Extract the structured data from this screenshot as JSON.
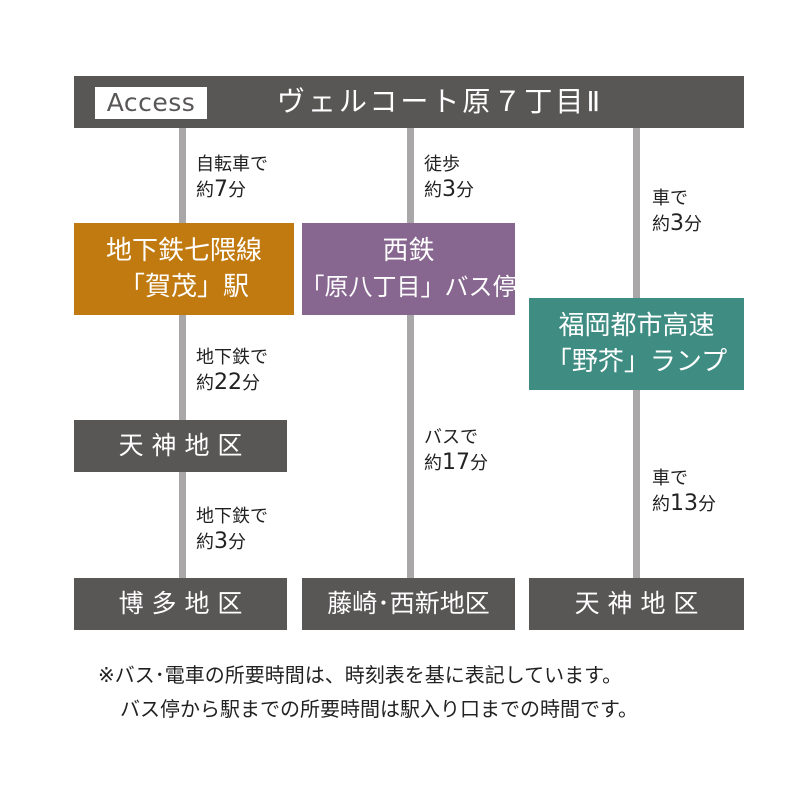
{
  "header": {
    "badge": "Access",
    "title": "ヴェルコート原７丁目Ⅱ",
    "background": "#595656"
  },
  "columns": [
    {
      "origin_note": {
        "line1": "自転車で",
        "line2_prefix": "約",
        "line2_number": "7",
        "line2_suffix": "分"
      },
      "station": {
        "line1": "地下鉄七隈線",
        "line2": "「賀茂」駅",
        "color": "#c17a10"
      },
      "transfer_note": {
        "line1": "地下鉄で",
        "line2_prefix": "約",
        "line2_number": "22",
        "line2_suffix": "分"
      },
      "intermediate": {
        "label": "天 神 地 区"
      },
      "final_note": {
        "line1": "地下鉄で",
        "line2_prefix": "約",
        "line2_number": "3",
        "line2_suffix": "分"
      },
      "destination": {
        "label": "博 多 地 区"
      }
    },
    {
      "origin_note": {
        "line1": "徒歩",
        "line2_prefix": "約",
        "line2_number": "3",
        "line2_suffix": "分"
      },
      "station": {
        "line1": "西鉄",
        "line2": "「原八丁目」バス停",
        "color": "#87668f"
      },
      "transfer_note": {
        "line1": "バスで",
        "line2_prefix": "約",
        "line2_number": "17",
        "line2_suffix": "分"
      },
      "destination": {
        "label": "藤崎･西新地区"
      }
    },
    {
      "origin_note": {
        "line1": "車で",
        "line2_prefix": "約",
        "line2_number": "3",
        "line2_suffix": "分"
      },
      "station": {
        "line1": "福岡都市高速",
        "line2": "「野芥」ランプ",
        "color": "#3f8c83"
      },
      "transfer_note": {
        "line1": "車で",
        "line2_prefix": "約",
        "line2_number": "13",
        "line2_suffix": "分"
      },
      "destination": {
        "label": "天 神 地 区"
      }
    }
  ],
  "footnote": {
    "line1": "※バス･電車の所要時間は、時刻表を基に表記しています。",
    "line2": "バス停から駅までの所要時間は駅入り口までの時間です。"
  },
  "colors": {
    "dark_gray": "#595656",
    "line_gray": "#a9a7a7"
  }
}
